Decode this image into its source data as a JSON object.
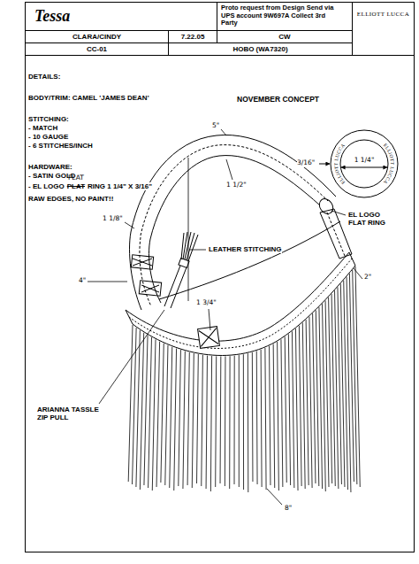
{
  "diagram": {
    "nodes": [
      {
        "text": [
          "Tessa"
        ]
      },
      {
        "text": [
          "Proto request from Design Send via UPS account 9W697A Collect 3rd Party"
        ]
      },
      {
        "text": [
          "ELLIOTT LUCCA"
        ]
      },
      {
        "text": [
          "CLARA/CINDY"
        ]
      },
      {
        "text": [
          "7.22.05"
        ]
      },
      {
        "text": [
          "CW"
        ]
      },
      {
        "text": [
          "CC-01"
        ]
      },
      {
        "text": [
          "HOBO (WA7320)"
        ]
      }
    ],
    "labels": [
      "DETAILS:",
      "BODY/TRIM: CAMEL 'JAMES DEAN'",
      "STITCHING:",
      "- MATCH",
      "- 10 GAUGE",
      "- 6 STITCHES/INCH",
      "HARDWARE:",
      "- SATIN GOLD",
      "- EL LOGO",
      "PLAT",
      "RING 1 1/4\" X 3/16\"",
      "FLAT",
      "RAW EDGES, NO PAINT!!",
      "NOVEMBER CONCEPT",
      "3/16\"",
      "1 1/4\"",
      "ELLIOTT LUCCA",
      "ELLIOTT LUCCA",
      "5\"",
      "1 1/2\"",
      "1 1/8\"",
      "LEATHER STITCHING",
      "EL LOGO FLAT RING",
      "4\"",
      "1 3/4\"",
      "2\"",
      "ARIANNA TASSLE ZIP PULL",
      "8\""
    ]
  }
}
